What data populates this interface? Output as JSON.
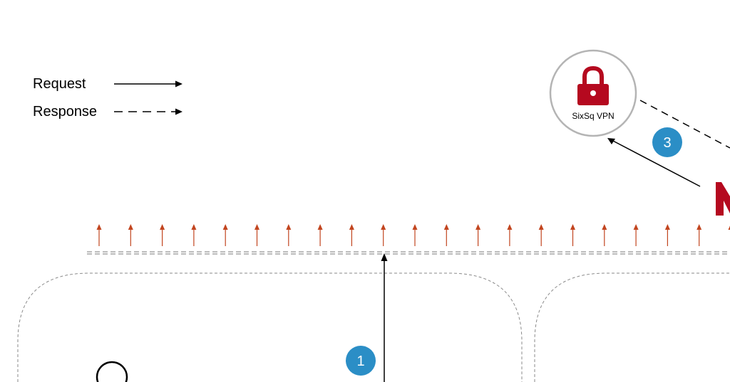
{
  "legend": {
    "request_label": "Request",
    "response_label": "Response"
  },
  "vpn": {
    "label": "SixSq VPN",
    "icon": "lock-icon"
  },
  "steps": {
    "step_1": "1",
    "step_3": "3"
  },
  "colors": {
    "brand_red": "#b5091f",
    "step_blue": "#2b8ec6",
    "upload_arrow": "#c2451f",
    "circle_gray": "#b4b4b4",
    "dashed_gray": "#8a8a8a"
  }
}
